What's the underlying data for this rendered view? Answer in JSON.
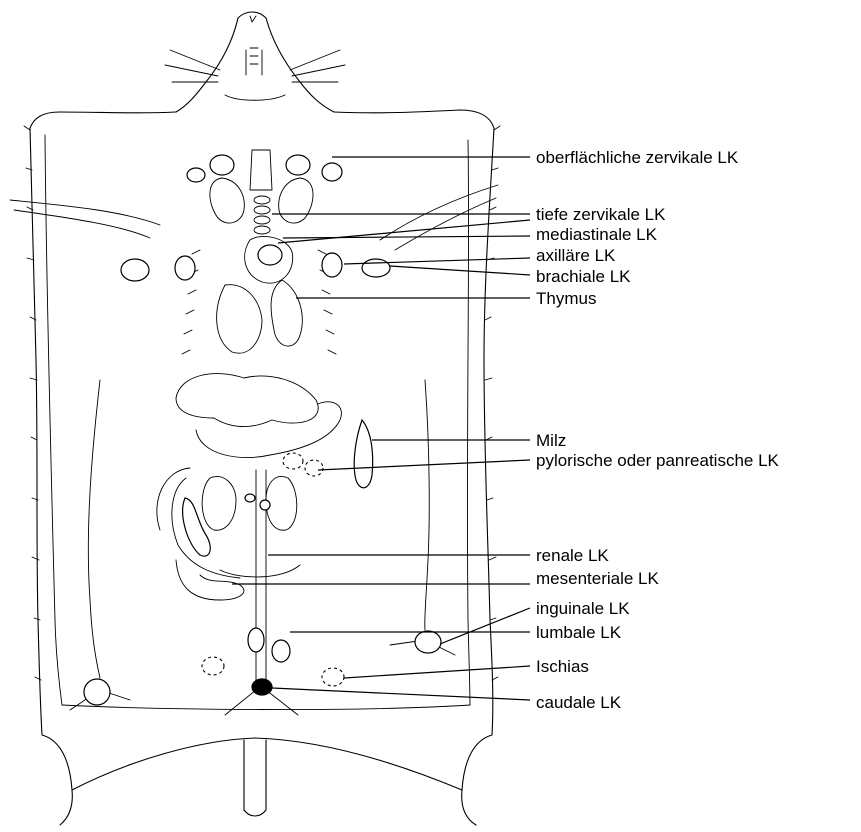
{
  "labels": {
    "oberflaechliche_zervikale": "oberflächliche zervikale LK",
    "tiefe_zervikale": "tiefe zervikale LK",
    "mediastinale": "mediastinale LK",
    "axillaere": "axilläre LK",
    "brachiale": "brachiale LK",
    "thymus": "Thymus",
    "milz": "Milz",
    "pylorische": "pylorische oder panreatische LK",
    "renale": "renale LK",
    "mesenteriale": "mesenteriale LK",
    "inguinale": "inguinale LK",
    "lumbale": "lumbale LK",
    "ischias": "Ischias",
    "caudale": "caudale LK"
  }
}
